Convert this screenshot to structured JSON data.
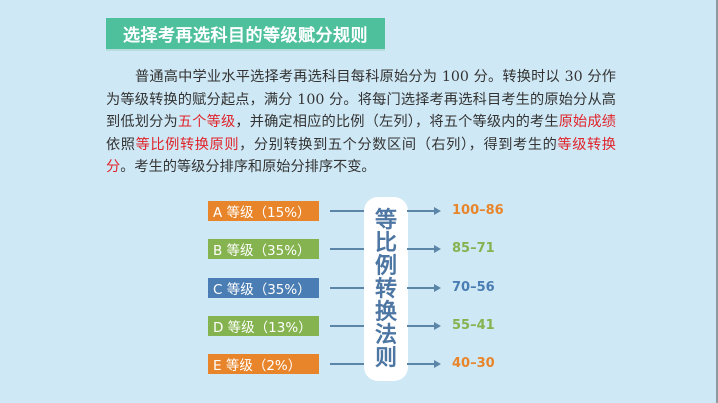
{
  "title": "选择考再选科目的等级赋分规则",
  "paragraph": {
    "segments": [
      {
        "text": "普通高中学业水平选择考再选科目每科原始分为 100 分。转换时以 30 分作为等级转换的赋分起点，满分 100 分。将每门选择考再选科目考生的原始分从高到低划分为",
        "highlight": false
      },
      {
        "text": "五个等级",
        "highlight": true
      },
      {
        "text": "，并确定相应的比例（左列），将五个等级内的考生",
        "highlight": false
      },
      {
        "text": "原始成绩",
        "highlight": true
      },
      {
        "text": "依照",
        "highlight": false
      },
      {
        "text": "等比例转换原则",
        "highlight": true
      },
      {
        "text": "，分别转换到五个分数区间（右列），得到考生的",
        "highlight": false
      },
      {
        "text": "等级转换分",
        "highlight": true
      },
      {
        "text": "。考生的等级分排序和原始分排序不变。",
        "highlight": false
      }
    ]
  },
  "center_label": [
    "等",
    "比",
    "例",
    "转",
    "换",
    "法",
    "则"
  ],
  "grades": [
    {
      "label": "A 等级（15%）",
      "range": "100–86",
      "box_color": "#e8852a",
      "range_color": "#e8852a"
    },
    {
      "label": "B 等级（35%）",
      "range": "85–71",
      "box_color": "#84b34f",
      "range_color": "#84b34f"
    },
    {
      "label": "C 等级（35%）",
      "range": "70–56",
      "box_color": "#4a7db3",
      "range_color": "#4a7db3"
    },
    {
      "label": "D 等级（13%）",
      "range": "55–41",
      "box_color": "#84b34f",
      "range_color": "#84b34f"
    },
    {
      "label": "E 等级（2%）",
      "range": "40–30",
      "box_color": "#e8852a",
      "range_color": "#e8852a"
    }
  ],
  "colors": {
    "background": "#cfe8f5",
    "title_bar": "#4fc09c",
    "highlight_text": "#e0242b",
    "connector": "#5b86a8",
    "center_text": "#4d76a3"
  }
}
